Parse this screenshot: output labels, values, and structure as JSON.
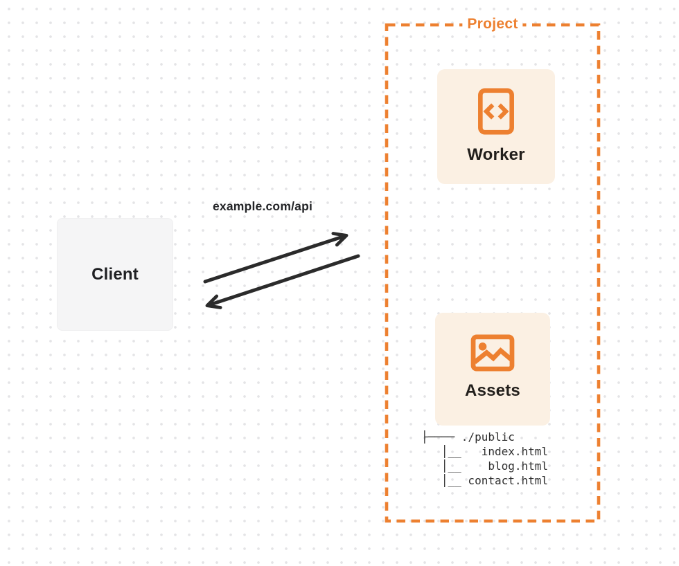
{
  "diagram": {
    "client": {
      "label": "Client"
    },
    "request_label": "example.com/api",
    "project": {
      "title": "Project",
      "worker": {
        "label": "Worker",
        "icon": "code-file-icon"
      },
      "assets": {
        "label": "Assets",
        "icon": "image-icon"
      },
      "file_tree": {
        "lines": [
          "├──── ./public",
          "   │__   index.html",
          "   │__    blog.html",
          "   │__ contact.html"
        ]
      }
    },
    "colors": {
      "accent": "#ED8030",
      "card_bg": "#FBF0E3",
      "client_bg": "#F5F5F6",
      "arrow": "#2B2B2B",
      "text": "#1F2023",
      "tree_text": "#2E2E2E",
      "dot": "#E4E4E6"
    }
  }
}
